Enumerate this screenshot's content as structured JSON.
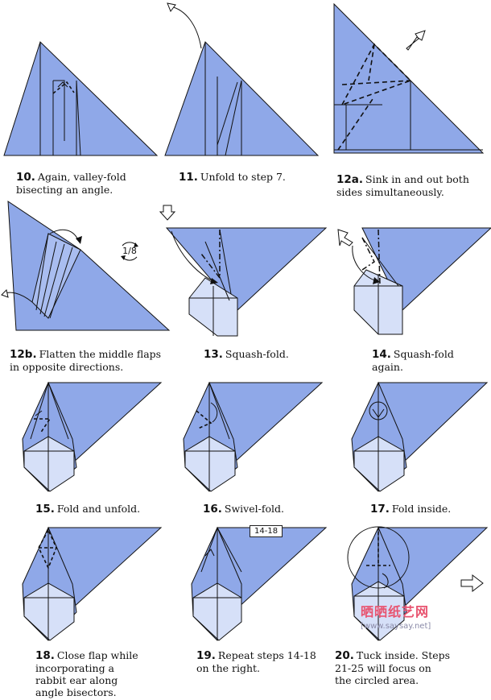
{
  "colors": {
    "paper": "#8fa8e8",
    "paper_light": "#d6e0f8",
    "line": "#111111"
  },
  "steps": [
    {
      "num": "10.",
      "text": "Again, valley-fold\nbisecting an angle."
    },
    {
      "num": "11.",
      "text": "Unfold to step 7."
    },
    {
      "num": "12a.",
      "text": "Sink in and out both\nsides simultaneously."
    },
    {
      "num": "12b.",
      "text": "Flatten the middle flaps\nin opposite directions."
    },
    {
      "num": "13.",
      "text": "Squash-fold."
    },
    {
      "num": "14.",
      "text": "Squash-fold\nagain."
    },
    {
      "num": "15.",
      "text": "Fold and unfold."
    },
    {
      "num": "16.",
      "text": "Swivel-fold."
    },
    {
      "num": "17.",
      "text": "Fold inside."
    },
    {
      "num": "18.",
      "text": "Close flap while\nincorporating a\nrabbit ear along\nangle bisectors."
    },
    {
      "num": "19.",
      "text": "Repeat steps 14-18\non the right."
    },
    {
      "num": "20.",
      "text": "Tuck inside. Steps\n21-25 will focus on\nthe circled area."
    }
  ],
  "rotation_label": "1/8",
  "repeat_tag": "14-18",
  "watermark": {
    "title": "晒晒纸艺网",
    "url": "[www.saysay.net]"
  }
}
